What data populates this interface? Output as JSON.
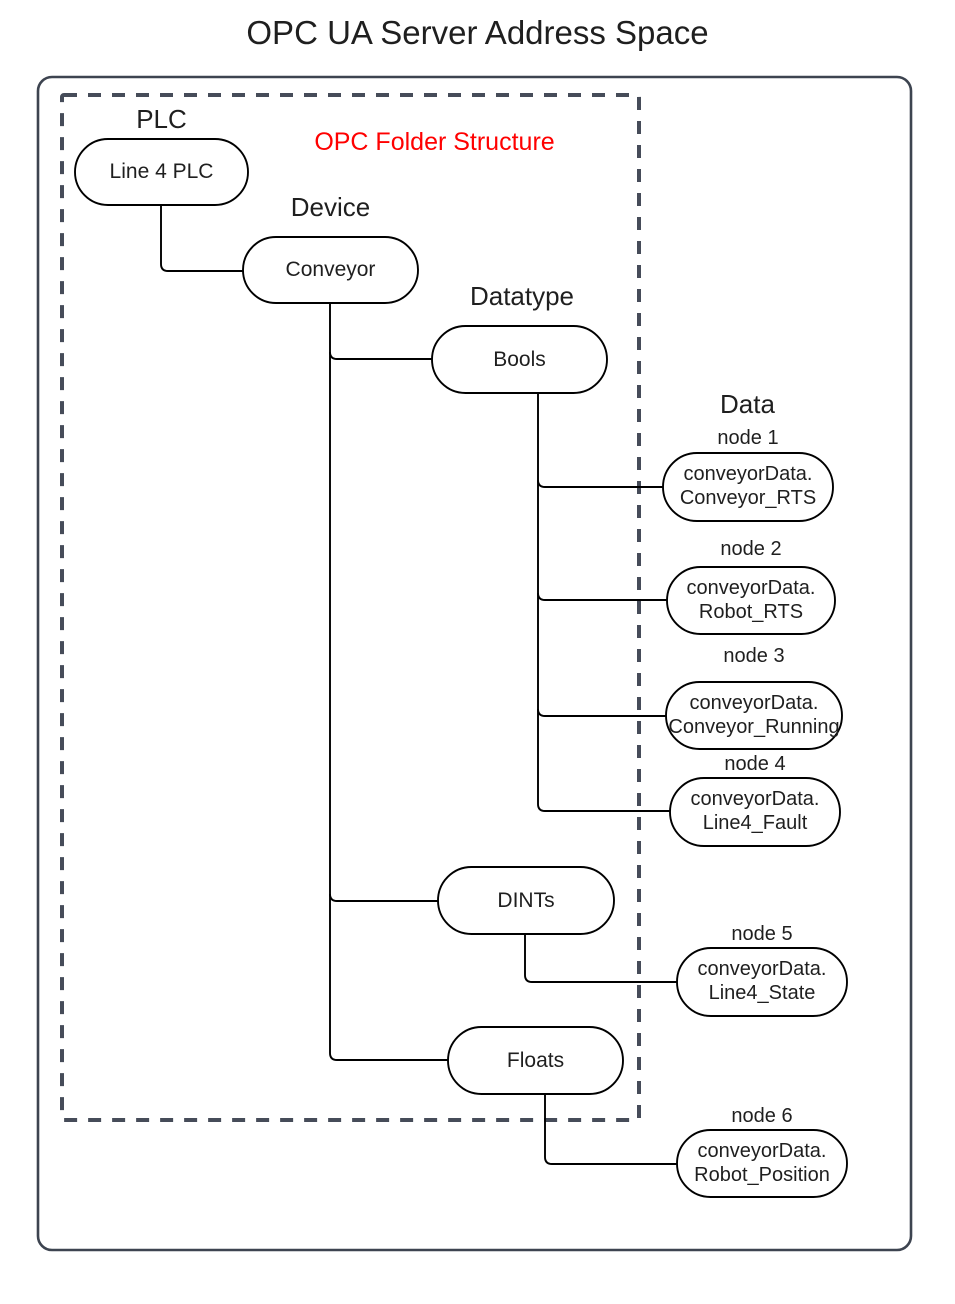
{
  "title": "OPC UA Server Address Space",
  "folder_structure_caption": "OPC Folder Structure",
  "colors": {
    "outer_border": "#3d4450",
    "dashed_border": "#464c59",
    "node_stroke": "#000000",
    "text": "#1f1f1f",
    "caption_red": "#ff0000",
    "background": "#ffffff"
  },
  "group_labels": {
    "plc": "PLC",
    "device": "Device",
    "datatype": "Datatype",
    "data": "Data"
  },
  "tree": {
    "plc_node": {
      "label": "Line 4 PLC"
    },
    "device_node": {
      "label": "Conveyor"
    },
    "datatype_nodes": [
      {
        "label": "Bools"
      },
      {
        "label": "DINTs"
      },
      {
        "label": "Floats"
      }
    ],
    "data_nodes": [
      {
        "caption": "node 1",
        "line1": "conveyorData.",
        "line2": "Conveyor_RTS",
        "parent": "Bools"
      },
      {
        "caption": "node 2",
        "line1": "conveyorData.",
        "line2": "Robot_RTS",
        "parent": "Bools"
      },
      {
        "caption": "node 3",
        "line1": "conveyorData.",
        "line2": "Conveyor_Running",
        "parent": "Bools"
      },
      {
        "caption": "node 4",
        "line1": "conveyorData.",
        "line2": "Line4_Fault",
        "parent": "Bools"
      },
      {
        "caption": "node 5",
        "line1": "conveyorData.",
        "line2": "Line4_State",
        "parent": "DINTs"
      },
      {
        "caption": "node 6",
        "line1": "conveyorData.",
        "line2": "Robot_Position",
        "parent": "Floats"
      }
    ]
  }
}
